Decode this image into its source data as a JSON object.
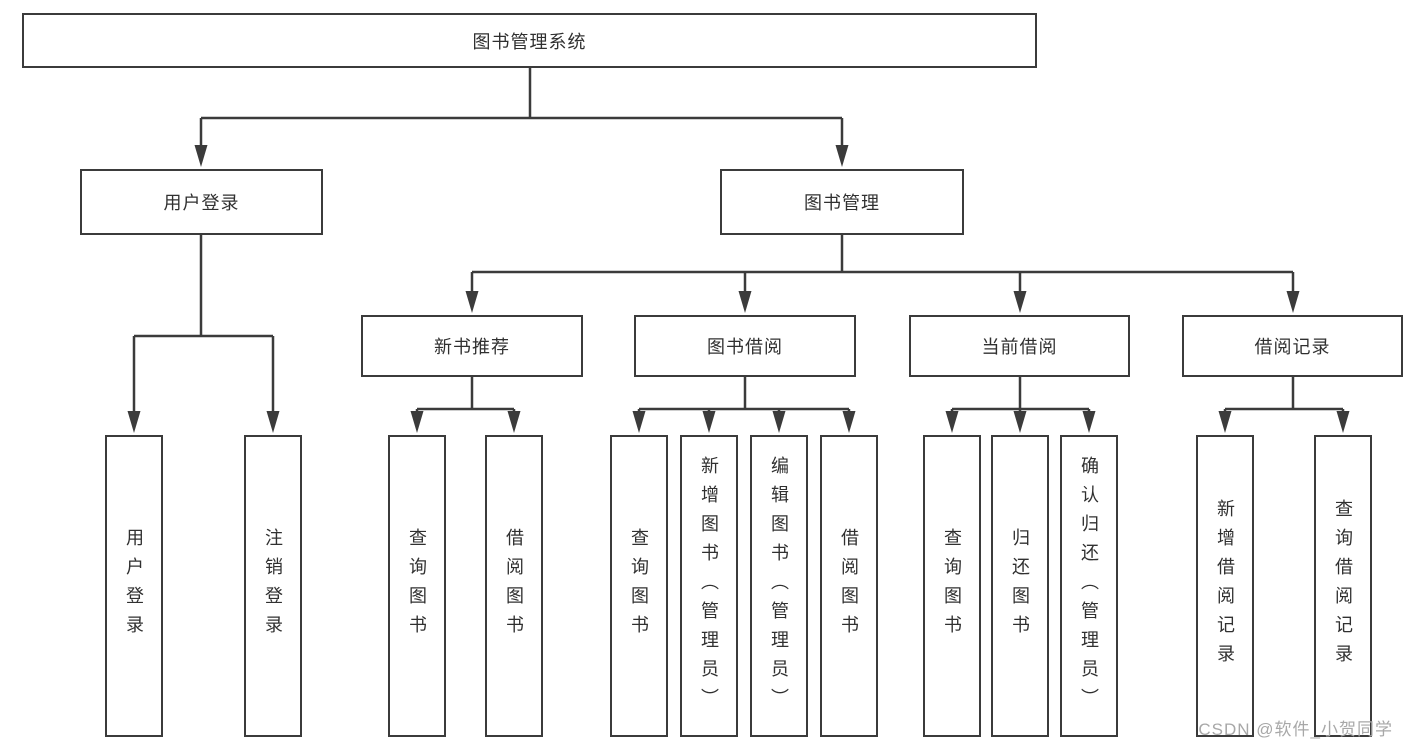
{
  "diagram": {
    "root": "图书管理系统",
    "branches": [
      {
        "label": "用户登录",
        "leaves": [
          "用户登录",
          "注销登录"
        ]
      },
      {
        "label": "图书管理",
        "sections": [
          {
            "label": "新书推荐",
            "leaves": [
              "查询图书",
              "借阅图书"
            ]
          },
          {
            "label": "图书借阅",
            "leaves": [
              "查询图书",
              "新增图书（管理员）",
              "编辑图书（管理员）",
              "借阅图书"
            ]
          },
          {
            "label": "当前借阅",
            "leaves": [
              "查询图书",
              "归还图书",
              "确认归还（管理员）"
            ]
          },
          {
            "label": "借阅记录",
            "leaves": [
              "新增借阅记录",
              "查询借阅记录"
            ]
          }
        ]
      }
    ]
  },
  "watermark": "CSDN @软件_小贺同学",
  "colors": {
    "line": "#3b3b3b",
    "box_border": "#3b3b3b",
    "text": "#303030",
    "watermark": "#a8a8a8",
    "background": "#ffffff"
  }
}
